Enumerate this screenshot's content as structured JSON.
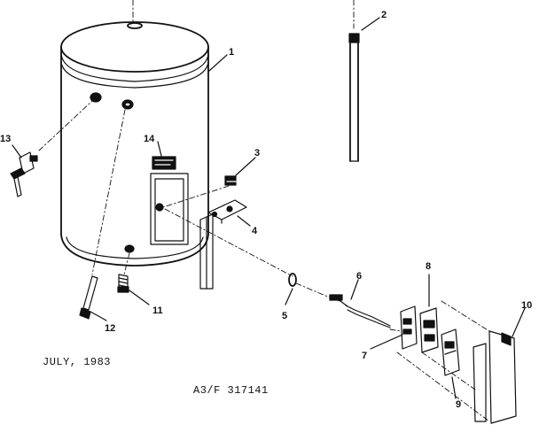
{
  "callouts": {
    "c1": "1",
    "c2": "2",
    "c3": "3",
    "c4": "4",
    "c5": "5",
    "c6": "6",
    "c7": "7",
    "c8": "8",
    "c9": "9",
    "c10": "10",
    "c11": "11",
    "c12": "12",
    "c13": "13",
    "c14": "14"
  },
  "footer": {
    "date": "JULY, 1983",
    "drawing_number": "A3/F 317141"
  }
}
